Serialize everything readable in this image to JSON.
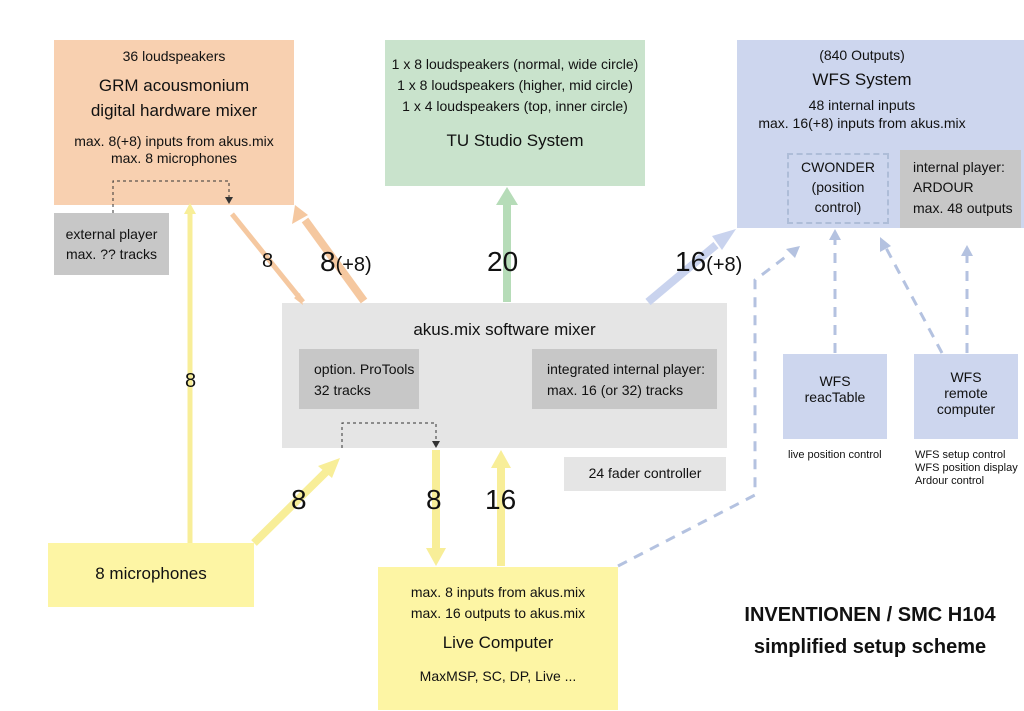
{
  "colors": {
    "grm": "#f8d0b0",
    "tu": "#c9e3cc",
    "wfs": "#cdd6ee",
    "mixer": "#e5e5e5",
    "inner_box": "#c7c7c7",
    "yellow": "#fdf5a4",
    "yellow_arrow": "#f8ee98",
    "orange_arrow": "#f5c8a0",
    "green_arrow": "#b6dcb8",
    "blue_dashed": "#b4c2e0"
  },
  "grm": {
    "count": "36 loudspeakers",
    "title1": "GRM acousmonium",
    "title2": "digital hardware mixer",
    "info1": "max. 8(+8) inputs from akus.mix",
    "info2": "max. 8 microphones"
  },
  "external_player": {
    "line1": "external player",
    "line2": "max. ?? tracks"
  },
  "tu": {
    "line1": "1 x 8 loudspeakers (normal, wide circle)",
    "line2": "1 x 8 loudspeakers (higher, mid circle)",
    "line3": "1 x 4 loudspeakers (top, inner circle)",
    "title": "TU Studio System"
  },
  "wfs": {
    "outputs": "(840 Outputs)",
    "title": "WFS System",
    "info1": "48 internal inputs",
    "info2": "max. 16(+8) inputs from akus.mix",
    "cwonder1": "CWONDER",
    "cwonder2": "(position",
    "cwonder3": "control)",
    "player1": "internal player:",
    "player2": "ARDOUR",
    "player3": "max. 48 outputs"
  },
  "mixer": {
    "title": "akus.mix software mixer",
    "protools1": "option. ProTools",
    "protools2": "32 tracks",
    "internal1": "integrated internal player:",
    "internal2": "max. 16 (or 32) tracks"
  },
  "fader": "24 fader controller",
  "reactable": {
    "line1": "WFS",
    "line2": "reacTable",
    "caption": "live position control"
  },
  "remote": {
    "line1": "WFS",
    "line2": "remote",
    "line3": "computer",
    "cap1": "WFS setup control",
    "cap2": "WFS position display",
    "cap3": "Ardour control"
  },
  "microphones": "8 microphones",
  "live": {
    "info1": "max. 8 inputs from akus.mix",
    "info2": "max. 16 outputs to akus.mix",
    "title": "Live Computer",
    "software": "MaxMSP, SC, DP, Live ..."
  },
  "labels": {
    "grm_in": "8",
    "grm_out_main": "8",
    "grm_out_extra": "(+8)",
    "tu_out": "20",
    "wfs_out_main": "16",
    "wfs_out_extra": "(+8)",
    "mic_to_grm": "8",
    "mic_to_mixer": "8",
    "mixer_to_live": "8",
    "live_to_mixer": "16"
  },
  "footer": {
    "line1": "INVENTIONEN / SMC H104",
    "line2": "simplified setup scheme"
  }
}
